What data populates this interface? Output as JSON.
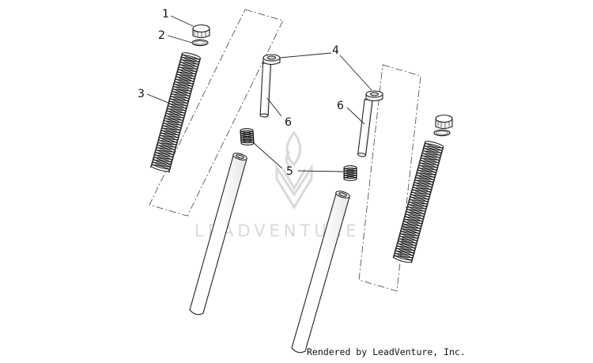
{
  "callouts": {
    "c1": "1",
    "c2": "2",
    "c3": "3",
    "c4": "4",
    "c5": "5",
    "c6a": "6",
    "c6b": "6"
  },
  "watermark": {
    "text": "LEADVENTURE"
  },
  "footer": {
    "text": "Rendered by LeadVenture, Inc."
  },
  "colors": {
    "line": "#333333",
    "watermark": "#d9d9d9"
  },
  "icons": {
    "watermark_logo": "flame-chevron-logo"
  }
}
